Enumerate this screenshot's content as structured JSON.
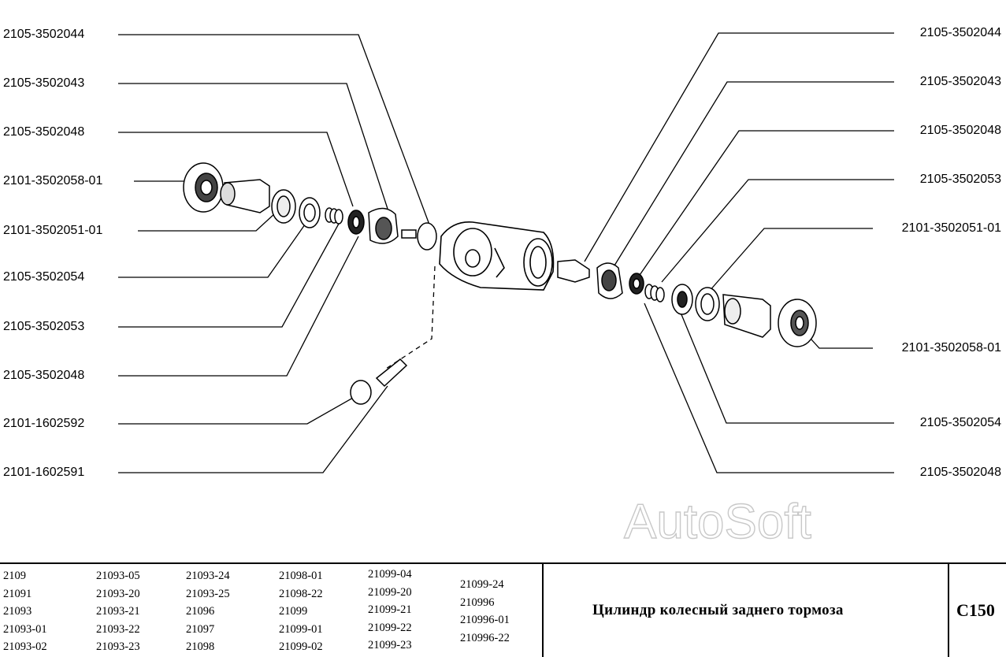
{
  "labels_left": [
    "2105-3502044",
    "2105-3502043",
    "2105-3502048",
    "2101-3502058-01",
    "2101-3502051-01",
    "2105-3502054",
    "2105-3502053",
    "2105-3502048",
    "2101-1602592",
    "2101-1602591"
  ],
  "labels_right": [
    "2105-3502044",
    "2105-3502043",
    "2105-3502048",
    "2105-3502053",
    "2101-3502051-01",
    "2101-3502058-01",
    "2105-3502054",
    "2105-3502048"
  ],
  "watermark": "AutoSoft",
  "models": {
    "col1": [
      "2109",
      "21091",
      "21093",
      "21093-01",
      "21093-02"
    ],
    "col2": [
      "21093-05",
      "21093-20",
      "21093-21",
      "21093-22",
      "21093-23"
    ],
    "col3": [
      "21093-24",
      "21093-25",
      "21096",
      "21097",
      "21098"
    ],
    "col4": [
      "21098-01",
      "21098-22",
      "21099",
      "21099-01",
      "21099-02"
    ],
    "col5": [
      "21099-04",
      "21099-20",
      "21099-21",
      "21099-22",
      "21099-23"
    ],
    "col6": [
      "21099-24",
      "210996",
      "210996-01",
      "210996-22"
    ]
  },
  "title": "Цилиндр колесный заднего тормоза",
  "page_code": "C150"
}
